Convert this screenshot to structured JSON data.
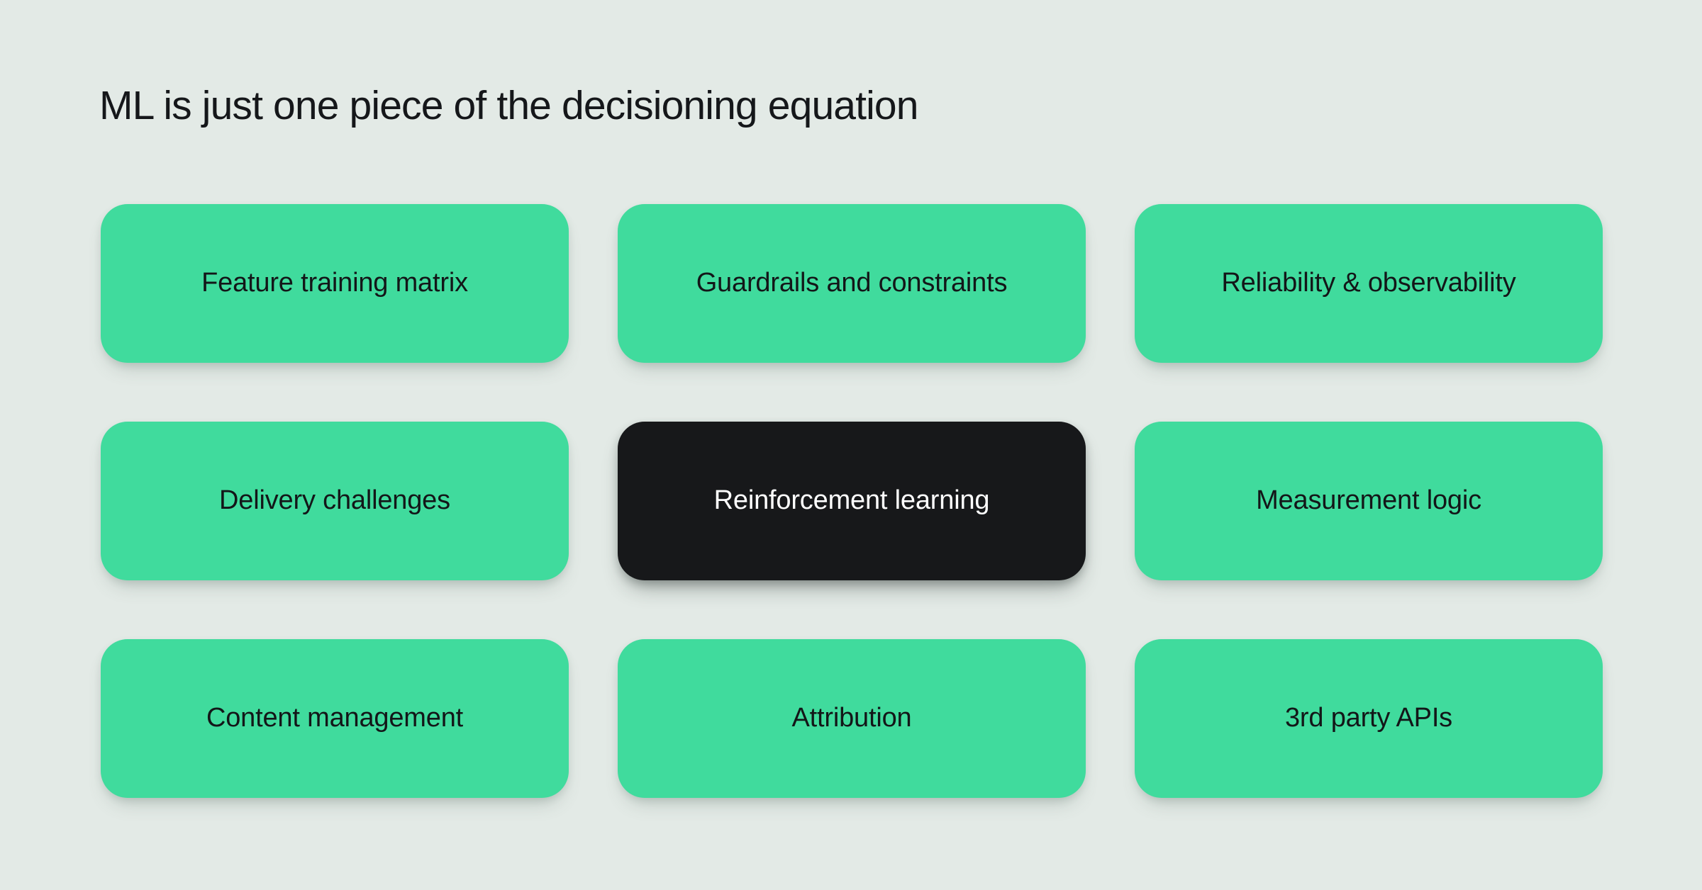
{
  "slide": {
    "title": "ML is just one piece of the decisioning equation",
    "background_color": "#e3eae6",
    "accent_color": "#40db9d",
    "highlight_color": "#17181a",
    "text_color": "#131618",
    "highlight_text_color": "#ffffff"
  },
  "cards": [
    {
      "label": "Feature training matrix",
      "highlighted": false
    },
    {
      "label": "Guardrails and constraints",
      "highlighted": false
    },
    {
      "label": "Reliability & observability",
      "highlighted": false
    },
    {
      "label": "Delivery challenges",
      "highlighted": false
    },
    {
      "label": "Reinforcement learning",
      "highlighted": true
    },
    {
      "label": "Measurement logic",
      "highlighted": false
    },
    {
      "label": "Content management",
      "highlighted": false
    },
    {
      "label": "Attribution",
      "highlighted": false
    },
    {
      "label": "3rd party APIs",
      "highlighted": false
    }
  ]
}
